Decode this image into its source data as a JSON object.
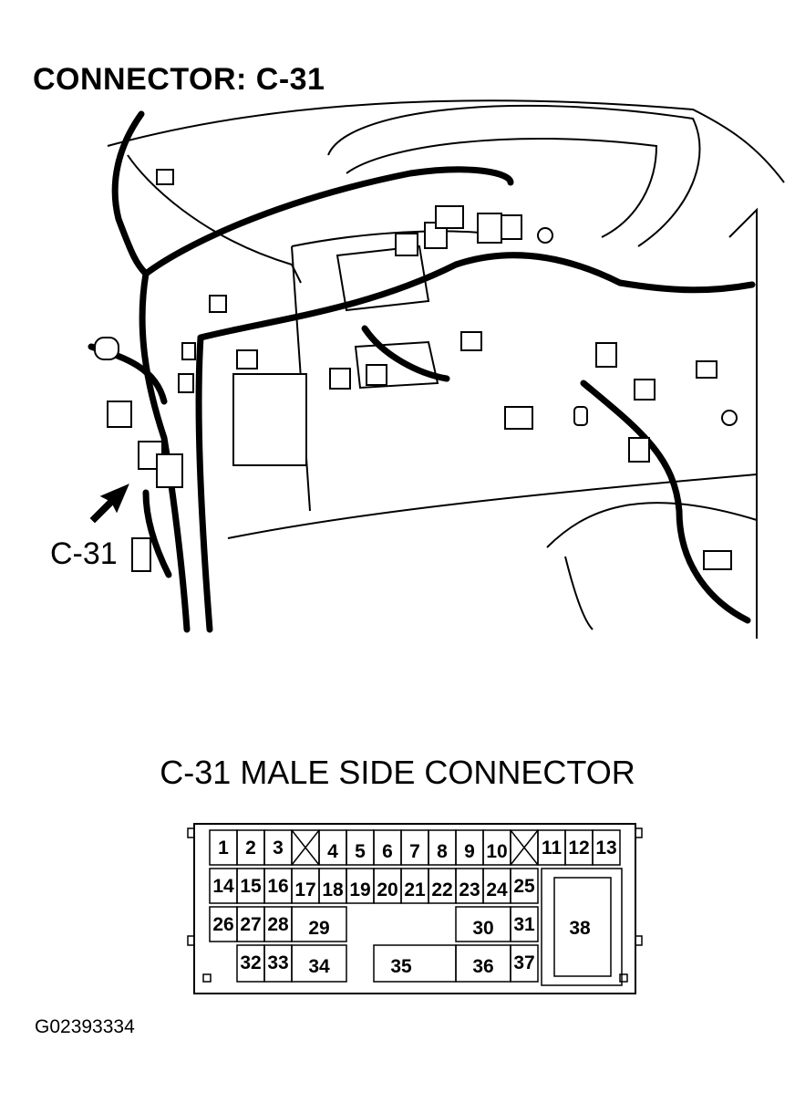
{
  "title": "CONNECTOR: C-31",
  "callout_label": "C-31",
  "connector_title": "C-31 MALE SIDE CONNECTOR",
  "figure_code": "G02393334",
  "pins": {
    "p1": "1",
    "p2": "2",
    "p3": "3",
    "p4": "4",
    "p5": "5",
    "p6": "6",
    "p7": "7",
    "p8": "8",
    "p9": "9",
    "p10": "10",
    "p11": "11",
    "p12": "12",
    "p13": "13",
    "p14": "14",
    "p15": "15",
    "p16": "16",
    "p17": "17",
    "p18": "18",
    "p19": "19",
    "p20": "20",
    "p21": "21",
    "p22": "22",
    "p23": "23",
    "p24": "24",
    "p25": "25",
    "p26": "26",
    "p27": "27",
    "p28": "28",
    "p29": "29",
    "p30": "30",
    "p31": "31",
    "p32": "32",
    "p33": "33",
    "p34": "34",
    "p35": "35",
    "p36": "36",
    "p37": "37",
    "p38": "38"
  }
}
